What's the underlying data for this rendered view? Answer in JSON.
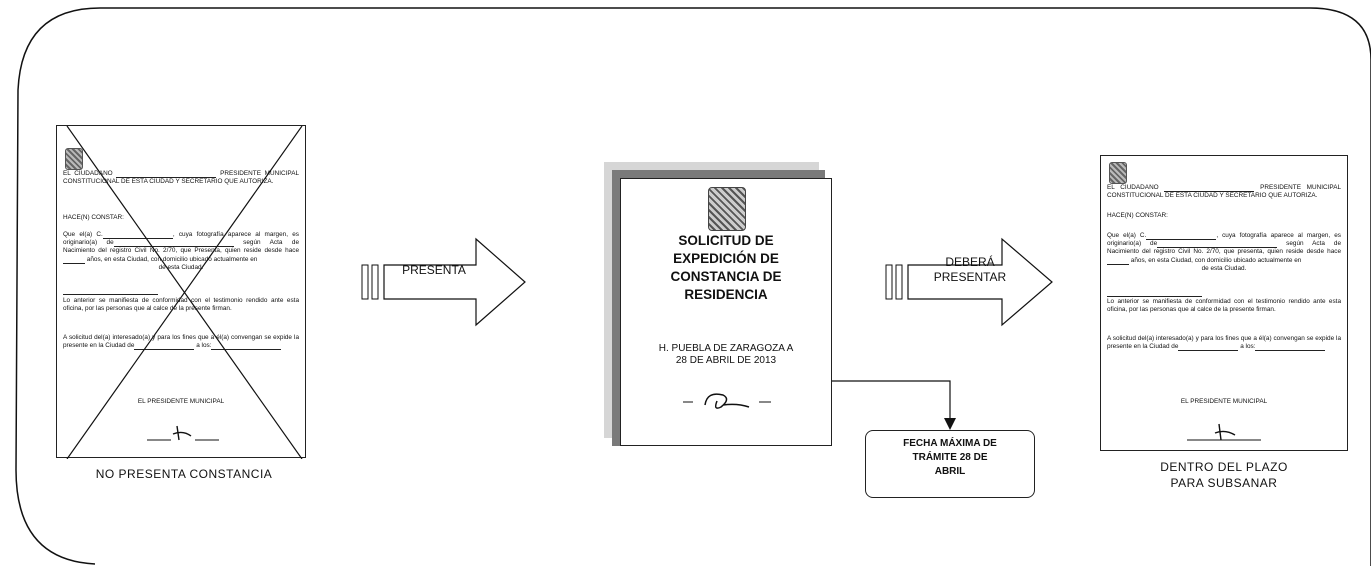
{
  "left_doc": {
    "greeting": "EL CIUDADANO",
    "role_line": "PRESIDENTE MUNICIPAL CONSTITUCIONAL DE ESTA CIUDAD Y SECRETARIO QUE AUTORIZA.",
    "hace_constar": "HACE(N) CONSTAR:",
    "para1_a": "Que el(a) C.",
    "para1_b": ", cuya fotografía aparece al margen, es originario(a) de",
    "para1_c": "según Acta de Nacimiento del registro Civil No. 2/70, que Presenta, quien reside desde hace",
    "para1_d": "años, en esta Ciudad, con domicilio ubicado actualmente en",
    "para1_e": "de esta Ciudad.",
    "para2": "Lo anterior se manifiesta de conformidad con el testimonio rendido ante esta oficina, por las personas que al calce de la presente firman.",
    "para3_a": "A solicitud del(a) interesado(a) y para los fines que a él(a) convengan se expide la presente en la Ciudad de",
    "para3_b": "a los:",
    "signer": "EL PRESIDENTE MUNICIPAL",
    "caption": "NO PRESENTA  CONSTANCIA"
  },
  "arrow1": {
    "label": "PRESENTA"
  },
  "cover": {
    "title_lines": [
      "SOLICITUD  DE",
      "EXPEDICIÓN DE",
      "CONSTANCIA DE",
      "RESIDENCIA"
    ],
    "place_date_lines": [
      "H. PUEBLA DE ZARAGOZA A",
      "28 DE ABRIL DE 2013"
    ]
  },
  "arrow2": {
    "label_lines": [
      "DEBERÁ",
      "PRESENTAR"
    ]
  },
  "note": {
    "lines": [
      "FECHA MÁXIMA DE",
      "TRÁMITE 28 DE",
      "ABRIL"
    ]
  },
  "right_doc": {
    "greeting": "EL CIUDADANO",
    "role_line": "PRESIDENTE MUNICIPAL CONSTITUCIONAL DE ESTA CIUDAD Y SECRETARIO QUE AUTORIZA.",
    "hace_constar": "HACE(N) CONSTAR:",
    "para1_a": "Que el(a) C.",
    "para1_b": ", cuya fotografía aparece al margen, es originario(a) de",
    "para1_c": "según Acta de Nacimiento del registro Civil No. 2/70, que presenta, quien reside desde hace",
    "para1_d": "años, en esta Ciudad, con domicilio ubicado actualmente en",
    "para1_e": "de esta Ciudad.",
    "para2": "Lo anterior se manifiesta de conformidad con el testimonio rendido ante esta oficina, por las personas que al calce de la presente firman.",
    "para3_a": "A solicitud del(a) interesado(a) y para los fines que a él(a) convengan se expide la presente en la Ciudad de",
    "para3_b": "a los:",
    "signer": "EL PRESIDENTE MUNICIPAL",
    "caption_lines": [
      "DENTRO  DEL PLAZO",
      "PARA SUBSANAR"
    ]
  }
}
